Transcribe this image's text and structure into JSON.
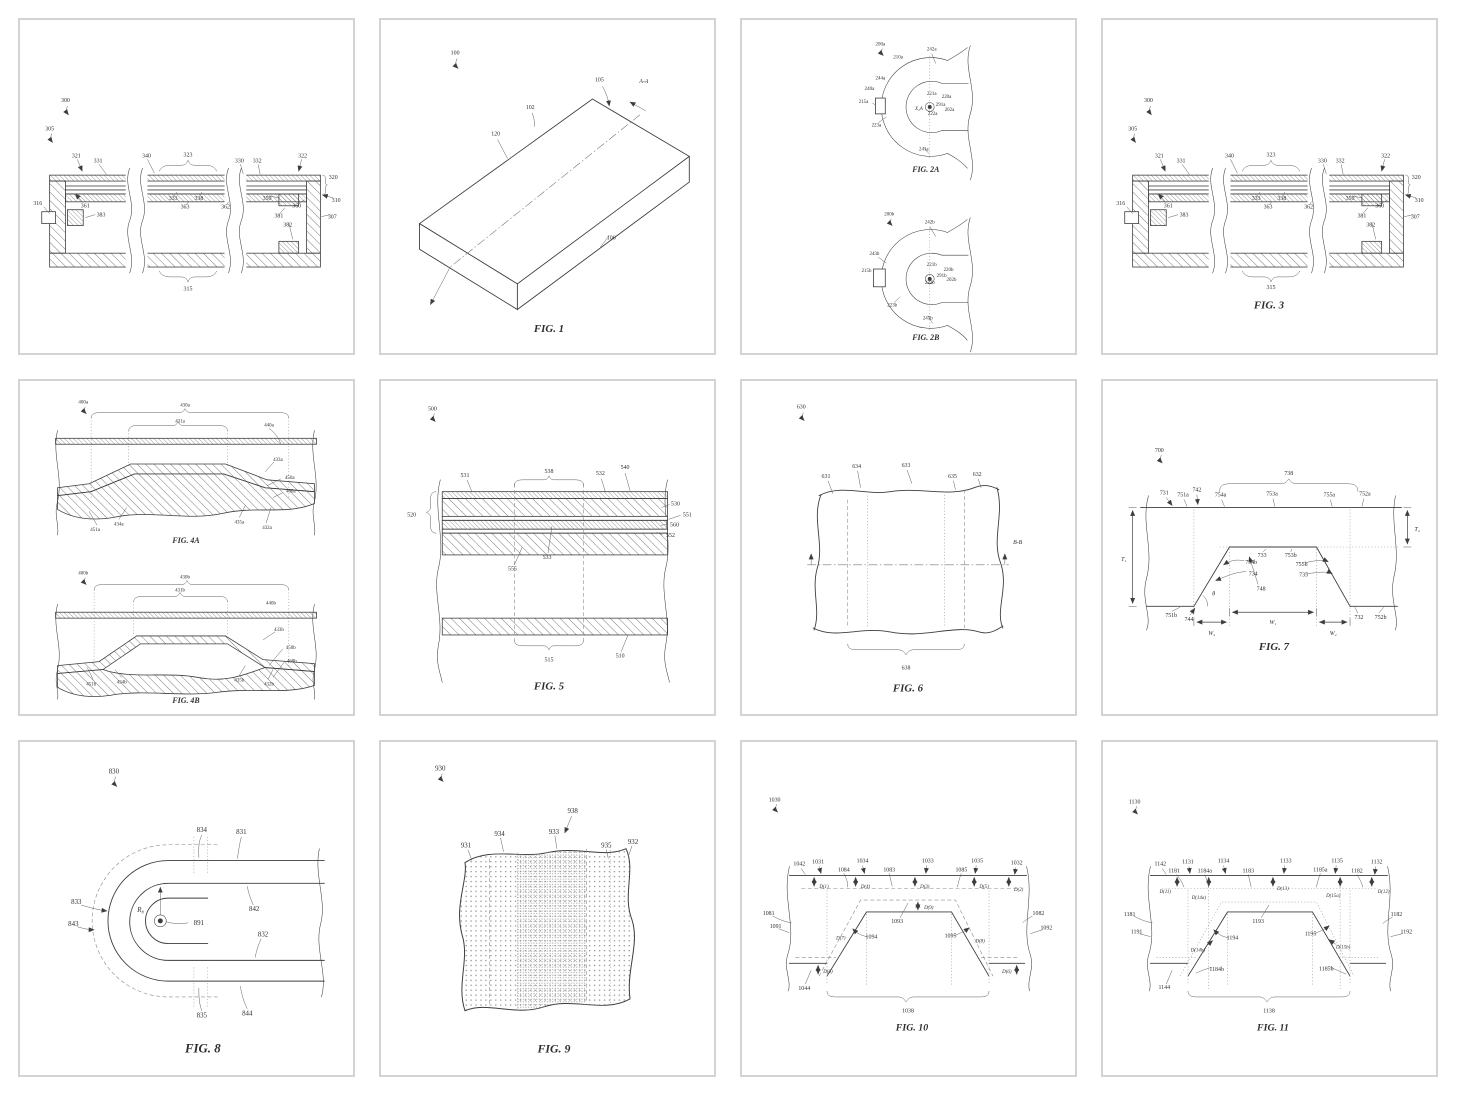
{
  "page": {
    "background": "#ffffff",
    "panel_border": "#d3d3d3",
    "ink": "#3d3d3d"
  },
  "panels": [
    {
      "name": "cross-section-untitled",
      "caption": "",
      "labels": [
        "300",
        "305",
        "321",
        "331",
        "340",
        "323",
        "330",
        "332",
        "322",
        "320",
        "310",
        "307",
        "316",
        "361",
        "383",
        "333",
        "363",
        "338",
        "362",
        "350",
        "360",
        "381",
        "382",
        "315"
      ]
    },
    {
      "name": "fig-1",
      "caption": "FIG. 1",
      "labels": [
        "100",
        "105",
        "A-A",
        "102",
        "120",
        "106"
      ]
    },
    {
      "name": "fig-2a-2b",
      "caption": "FIG. 2A",
      "caption2": "FIG. 2B",
      "labels": [
        "200a",
        "210a",
        "242a",
        "244a",
        "240a",
        "215a",
        "221a",
        "220a",
        "291a",
        "X₂A",
        "222a",
        "202a",
        "223a",
        "241a",
        "200b",
        "242b",
        "243b",
        "215b",
        "221b",
        "220b",
        "291b",
        "222b",
        "202b",
        "223b",
        "241b"
      ]
    },
    {
      "name": "fig-3",
      "caption": "FIG. 3",
      "labels": [
        "300",
        "305",
        "321",
        "331",
        "340",
        "323",
        "330",
        "332",
        "322",
        "320",
        "310",
        "307",
        "316",
        "361",
        "383",
        "333",
        "363",
        "338",
        "362",
        "350",
        "360",
        "381",
        "382",
        "315"
      ]
    },
    {
      "name": "fig-4a-4b",
      "caption": "FIG. 4A",
      "caption2": "FIG. 4B",
      "labels": [
        "400a",
        "430a",
        "431a",
        "440a",
        "433a",
        "450a",
        "460a",
        "434a",
        "451a",
        "435a",
        "432a",
        "400b",
        "430b",
        "431b",
        "440b",
        "433b",
        "450b",
        "460b",
        "451b",
        "434b",
        "435b",
        "432b"
      ]
    },
    {
      "name": "fig-5",
      "caption": "FIG. 5",
      "labels": [
        "500",
        "538",
        "531",
        "532",
        "540",
        "520",
        "530",
        "551",
        "560",
        "552",
        "533",
        "555",
        "515",
        "510"
      ]
    },
    {
      "name": "fig-6",
      "caption": "FIG. 6",
      "labels": [
        "630",
        "631",
        "634",
        "633",
        "635",
        "632",
        "B-B",
        "638"
      ]
    },
    {
      "name": "fig-7",
      "caption": "FIG. 7",
      "labels": [
        "700",
        "738",
        "731",
        "751a",
        "742",
        "754a",
        "753a",
        "755a",
        "752a",
        "T₂",
        "T₁",
        "733",
        "753b",
        "754b",
        "755b",
        "734",
        "735",
        "748",
        "θ",
        "751b",
        "744",
        "W₄",
        "W₁",
        "W₂",
        "732",
        "752b"
      ]
    },
    {
      "name": "fig-8",
      "caption": "FIG. 8",
      "labels": [
        "830",
        "834",
        "831",
        "833",
        "843",
        "R₈",
        "891",
        "842",
        "832",
        "835",
        "844"
      ]
    },
    {
      "name": "fig-9",
      "caption": "FIG. 9",
      "labels": [
        "930",
        "938",
        "931",
        "934",
        "933",
        "935",
        "932"
      ]
    },
    {
      "name": "fig-10",
      "caption": "FIG. 10",
      "labels": [
        "1030",
        "1042",
        "1031",
        "1084",
        "1034",
        "1083",
        "1033",
        "1085",
        "1035",
        "1032",
        "D(1)",
        "D(4)",
        "D(3)",
        "D(5)",
        "D(2)",
        "1081",
        "1091",
        "1082",
        "1092",
        "1093",
        "D(9)",
        "1094",
        "1095",
        "D(7)",
        "D(8)",
        "D(6)",
        "D(6)",
        "1044",
        "1038"
      ]
    },
    {
      "name": "fig-11",
      "caption": "FIG. 11",
      "labels": [
        "1130",
        "1142",
        "1131",
        "1181",
        "1184a",
        "1134",
        "1183",
        "1133",
        "1185a",
        "1135",
        "1182",
        "1132",
        "D(11)",
        "D(14a)",
        "D(13)",
        "D(15a)",
        "D(12)",
        "1181",
        "1191",
        "1193",
        "1194",
        "1195",
        "1182",
        "1192",
        "D(14b)",
        "D(15b)",
        "1184b",
        "1185b",
        "1144",
        "1138"
      ]
    }
  ]
}
